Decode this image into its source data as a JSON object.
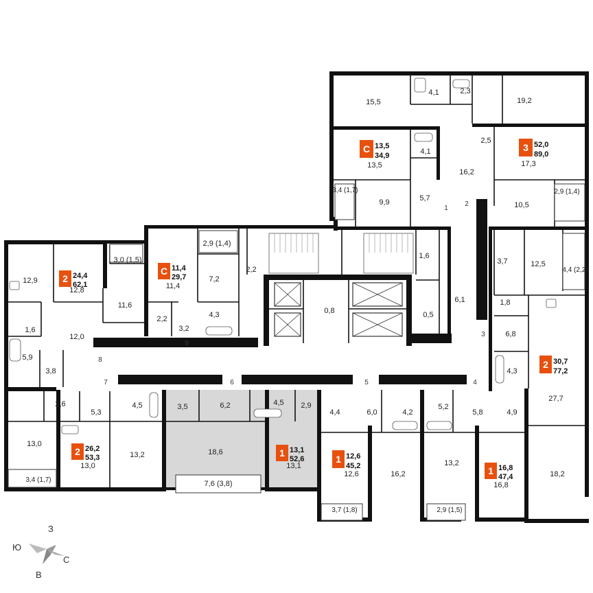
{
  "apartments": [
    {
      "id": "apt-studio-1",
      "type": "С",
      "living_area": "13,5",
      "total_area": "34,9"
    },
    {
      "id": "apt-3room",
      "type": "3",
      "living_area": "52,0",
      "total_area": "89,0"
    },
    {
      "id": "apt-2room-west",
      "type": "2",
      "living_area": "24,4",
      "total_area": "62,1"
    },
    {
      "id": "apt-studio-2",
      "type": "С",
      "living_area": "11,4",
      "total_area": "29,7"
    },
    {
      "id": "apt-2room-east",
      "type": "2",
      "living_area": "30,7",
      "total_area": "77,2"
    },
    {
      "id": "apt-2room-sw",
      "type": "2",
      "living_area": "26,2",
      "total_area": "53,3"
    },
    {
      "id": "apt-1room-a",
      "type": "1",
      "living_area": "13,1",
      "total_area": "52,6"
    },
    {
      "id": "apt-1room-b",
      "type": "1",
      "living_area": "12,6",
      "total_area": "45,2"
    },
    {
      "id": "apt-1room-c",
      "type": "1",
      "living_area": "16,8",
      "total_area": "47,4"
    }
  ],
  "room_areas": [
    "15,5",
    "4,1",
    "2,3",
    "19,2",
    "2,5",
    "16,2",
    "13,5",
    "4,1",
    "17,3",
    "9,9",
    "5,7",
    "10,5",
    "3,4 (1,7)",
    "2,9 (1,4)",
    "12,9",
    "12,8",
    "3,0 (1,5)",
    "11,6",
    "11,4",
    "2,9 (1,4)",
    "7,2",
    "2,2",
    "1,6",
    "3,7",
    "12,5",
    "4,4 (2,2)",
    "1,8",
    "2,2",
    "3,2",
    "4,3",
    "12,0",
    "0,8",
    "6,1",
    "0,5",
    "6,8",
    "1,6",
    "5,9",
    "3,8",
    "4,3",
    "27,7",
    "2,6",
    "5,3",
    "4,5",
    "3,5",
    "6,2",
    "4,5",
    "2,9",
    "4,4",
    "6,0",
    "4,2",
    "5,2",
    "5,8",
    "4,9",
    "13,0",
    "13,0",
    "13,2",
    "18,6",
    "13,1",
    "12,6",
    "16,2",
    "13,2",
    "16,8",
    "18,2",
    "3,4 (1,7)",
    "7,6 (3,8)",
    "3,7 (1,8)",
    "2,9 (1,5)"
  ],
  "door_numbers": [
    "1",
    "2",
    "3",
    "4",
    "5",
    "6",
    "7",
    "8",
    "9"
  ],
  "compass": {
    "north": "З",
    "west": "Ю",
    "east": "С",
    "south": "В"
  },
  "colors": {
    "badge": "#e8500e",
    "wall": "#111111",
    "highlight": "#d8d8d8"
  }
}
